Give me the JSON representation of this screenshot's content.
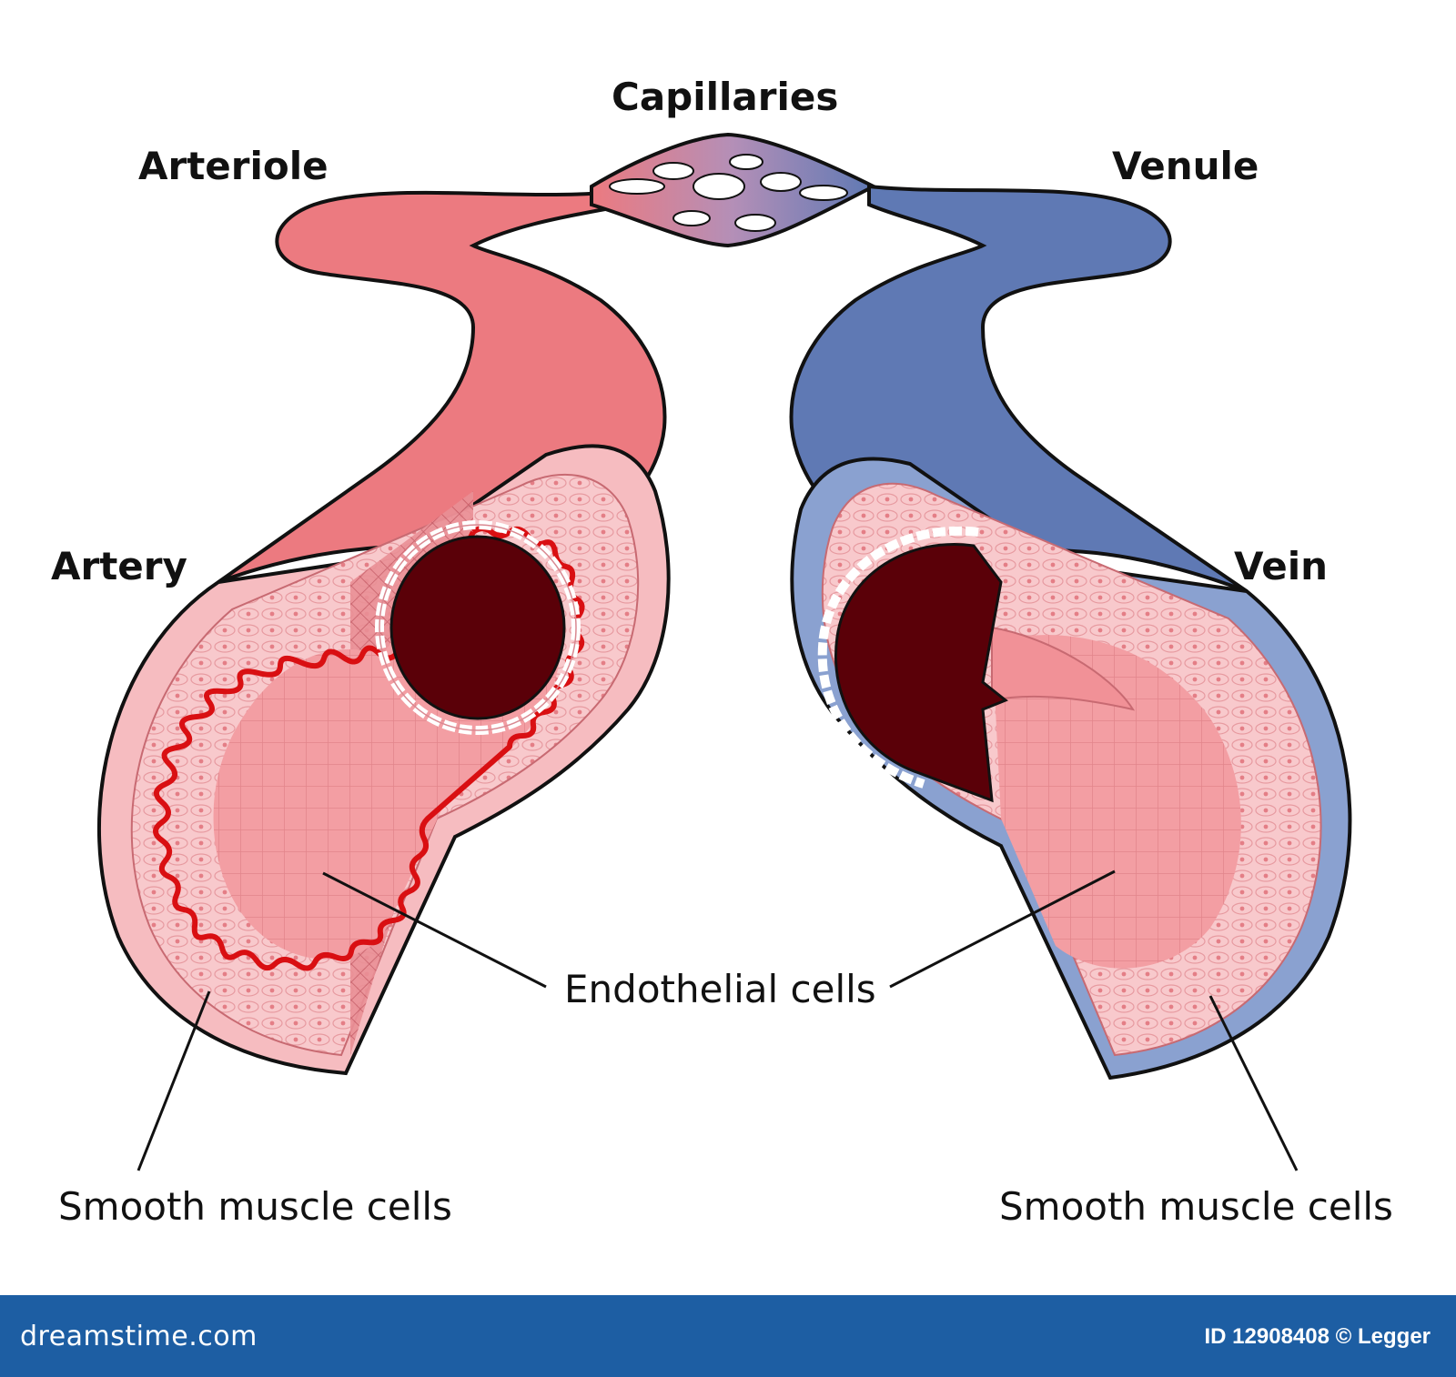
{
  "labels": {
    "capillaries": "Capillaries",
    "arteriole": "Arteriole",
    "venule": "Venule",
    "artery": "Artery",
    "vein": "Vein",
    "endothelial": "Endothelial cells",
    "smooth_left": "Smooth muscle cells",
    "smooth_right": "Smooth muscle cells"
  },
  "footer": {
    "brand": "dreamstime.com",
    "credit": "ID 12908408 © Legger"
  },
  "colors": {
    "artery_fill": "#ec7a80",
    "vein_fill": "#5f79b4",
    "wall_pink": "#f6bcc0",
    "lumen": "#5a0008",
    "elastic_red": "#d90f12",
    "footer_bar": "#1d5ea3"
  }
}
